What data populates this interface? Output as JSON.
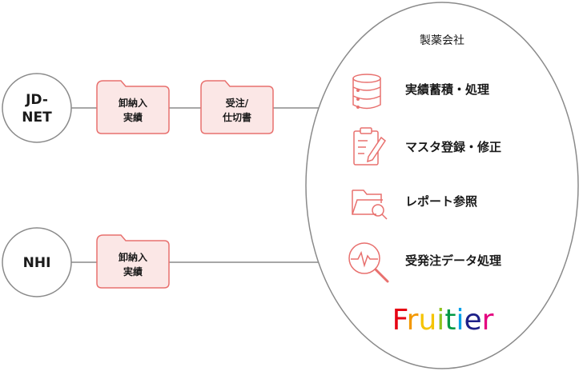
{
  "sources": [
    {
      "label_line1": "JD-",
      "label_line2": "NET"
    },
    {
      "label": "NHI"
    }
  ],
  "folders": {
    "oroshi_1": {
      "line1": "卸納入",
      "line2": "実績"
    },
    "juchu": {
      "line1": "受注/",
      "line2": "仕切書"
    },
    "oroshi_2": {
      "line1": "卸納入",
      "line2": "実績"
    }
  },
  "company": {
    "title": "製薬会社",
    "features": [
      {
        "label": "実績蓄積・処理",
        "icon": "database-icon"
      },
      {
        "label": "マスタ登録・修正",
        "icon": "clipboard-edit-icon"
      },
      {
        "label": "レポート参照",
        "icon": "folder-search-icon"
      },
      {
        "label": "受発注データ処理",
        "icon": "pulse-search-icon"
      }
    ],
    "brand": {
      "letters": [
        "F",
        "r",
        "u",
        "i",
        "t",
        "i",
        "e",
        "r"
      ],
      "colors": [
        "#e60012",
        "#f39800",
        "#f5c400",
        "#8fc31f",
        "#009944",
        "#00a0e9",
        "#1d2088",
        "#e4007f"
      ]
    }
  },
  "colors": {
    "accent": "#e8706e",
    "folder_fill": "#fbe7e6",
    "line": "#8a8a8a"
  }
}
